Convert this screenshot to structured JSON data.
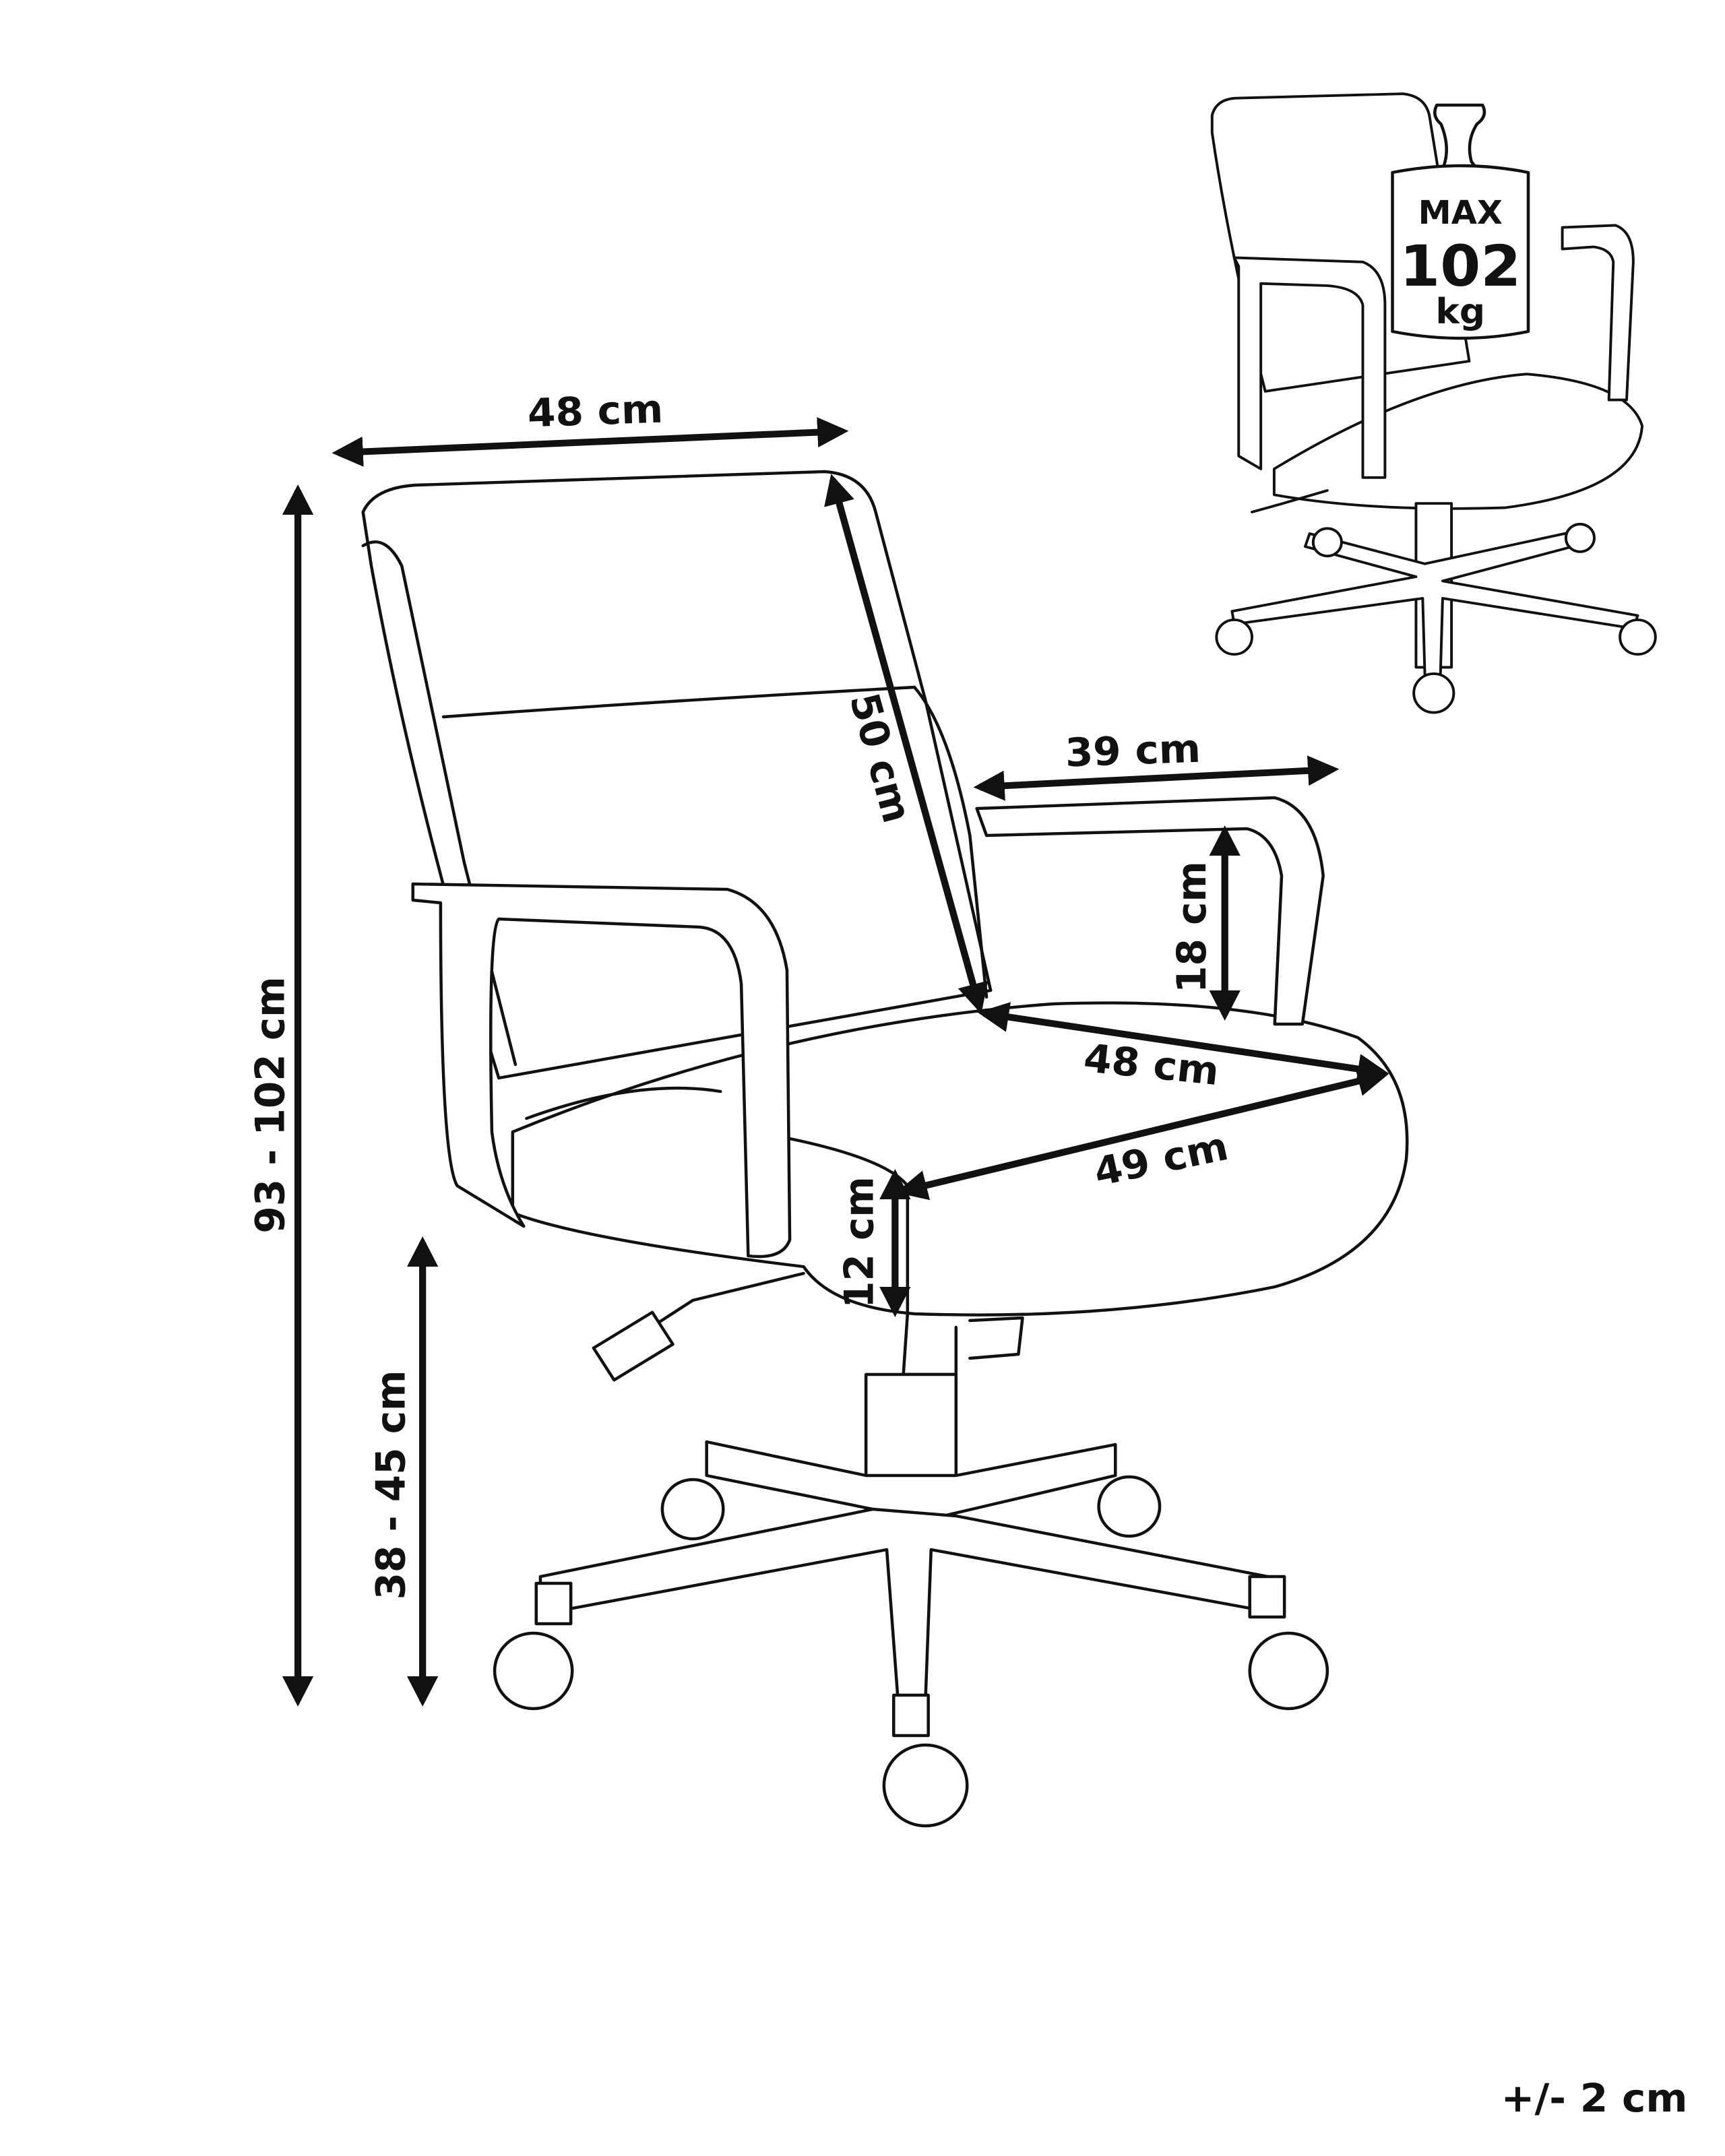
{
  "dimensions": {
    "backrest_width": "48 cm",
    "total_height": "93 - 102 cm",
    "seat_height": "38 - 45 cm",
    "backrest_height": "50 cm",
    "armrest_depth": "39 cm",
    "armrest_height": "18 cm",
    "seat_depth": "48 cm",
    "seat_width": "49 cm",
    "seat_thickness": "12 cm"
  },
  "tolerance": "+/- 2 cm",
  "max_load": {
    "line1": "MAX",
    "value": "102",
    "unit": "kg"
  }
}
